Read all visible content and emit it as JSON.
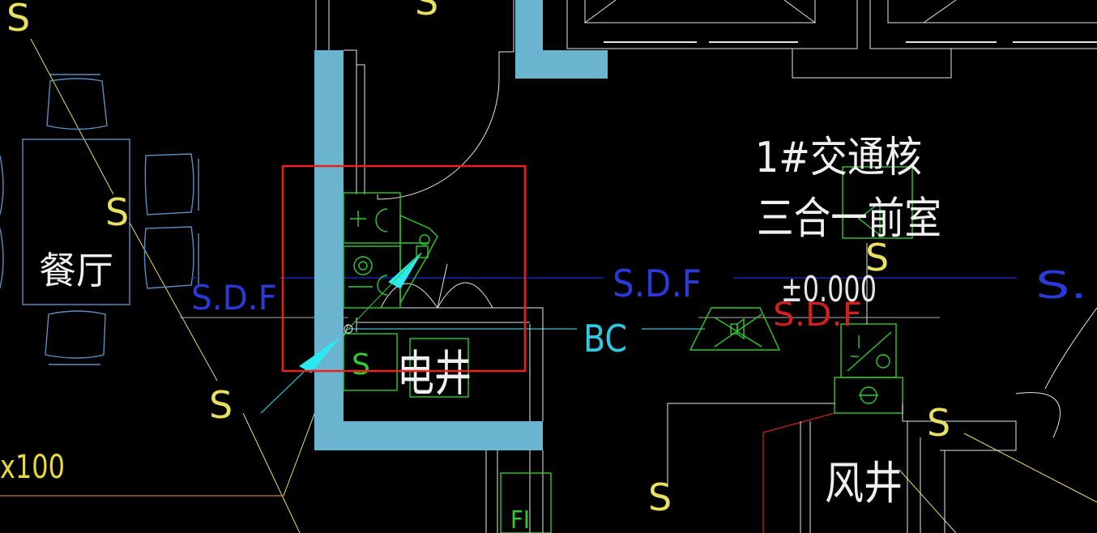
{
  "labels": {
    "dining_room": "餐厅",
    "core_title": "1#交通核",
    "core_subtitle": "三合一前室",
    "elec_shaft": "电井",
    "air_shaft": "风井",
    "sdf_left": "S.D.F",
    "sdf_mid": "S.D.F",
    "sdf_right": "S.",
    "sdf_red": "S.D.F",
    "bc": "BC",
    "elevation": "±0.000",
    "dim_left": "x100",
    "fi": "FI",
    "s_symbol": "S"
  },
  "colors": {
    "background": "#000000",
    "wall_fill": "#6ab4d0",
    "selection_box": "#e82020",
    "furniture": "#5a8fc0",
    "equipment": "#2ecc2e",
    "line_white": "#e6e6e6",
    "line_blue": "#1a2fd6",
    "line_cyan": "#20c8d8",
    "line_yellow": "#e8e060",
    "line_red": "#d82020",
    "text_white": "#f0f0f0",
    "text_blue": "#2a3ad8",
    "text_red": "#d02020",
    "text_cyan": "#30c8e0",
    "text_yellow": "#e8d840"
  }
}
